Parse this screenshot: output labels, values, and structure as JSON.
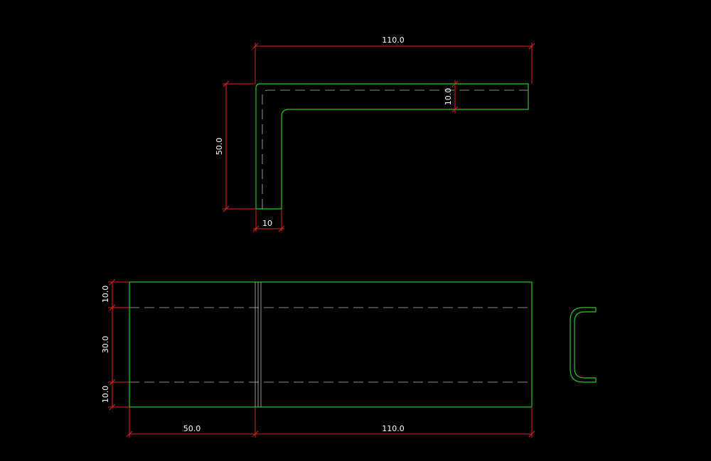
{
  "colors": {
    "background": "#000000",
    "geometry": "#28c828",
    "hidden_line": "#bdbdbd",
    "dimension": "#e02020",
    "text": "#ffffff"
  },
  "top_view": {
    "overall_length": "110.0",
    "height": "50.0",
    "thickness_top": "10.0",
    "thickness_bottom": "10"
  },
  "bottom_view": {
    "left_length": "50.0",
    "right_length": "110.0",
    "upper_offset": "10.0",
    "middle_width": "30.0",
    "lower_offset": "10.0"
  }
}
